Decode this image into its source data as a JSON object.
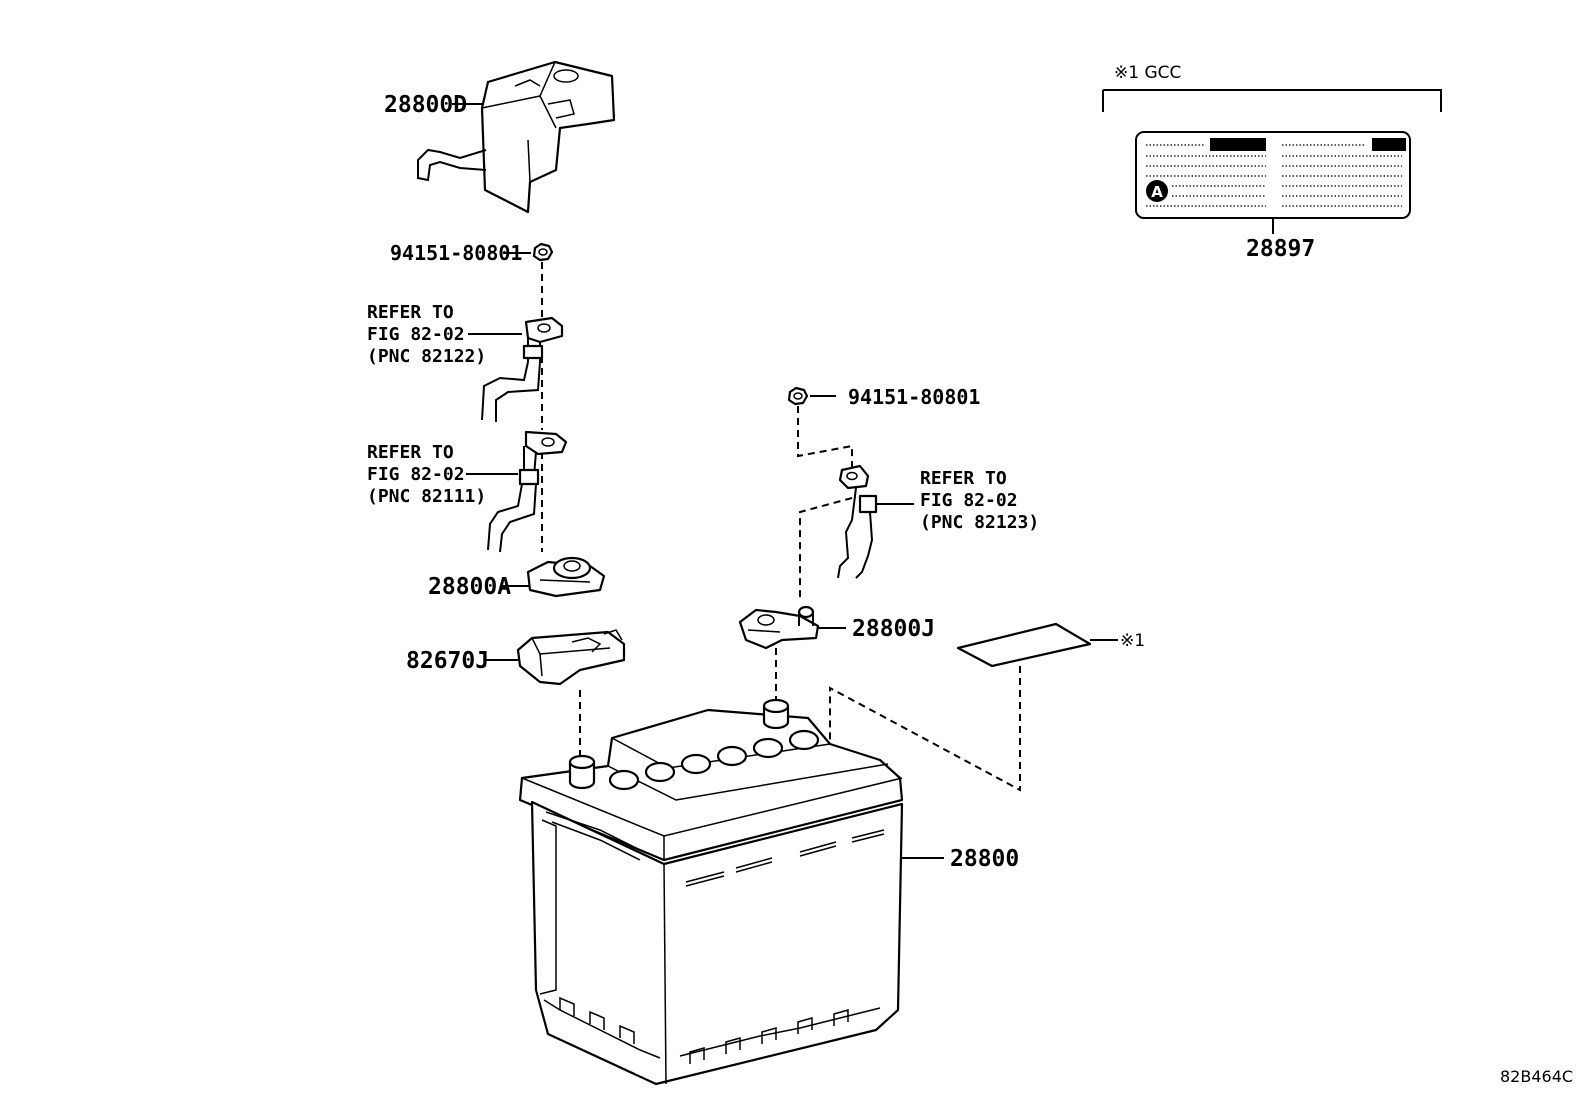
{
  "diagram": {
    "callouts": {
      "cover_top": "28800D",
      "nut_upper": "94151-80801",
      "nut_right": "94151-80801",
      "clamp": "28800A",
      "bracket_left": "82670J",
      "terminal_right": "28800J",
      "battery": "28800",
      "label_part": "28897",
      "label_ref_mark": "※1"
    },
    "references": [
      {
        "line1": "REFER TO",
        "line2": "FIG 82-02",
        "line3": "(PNC 82122)"
      },
      {
        "line1": "REFER TO",
        "line2": "FIG 82-02",
        "line3": "(PNC 82111)"
      },
      {
        "line1": "REFER TO",
        "line2": "FIG 82-02",
        "line3": "(PNC 82123)"
      }
    ],
    "note_header": "※1 GCC",
    "label_badge": "A",
    "illustration_id": "82B464C"
  }
}
